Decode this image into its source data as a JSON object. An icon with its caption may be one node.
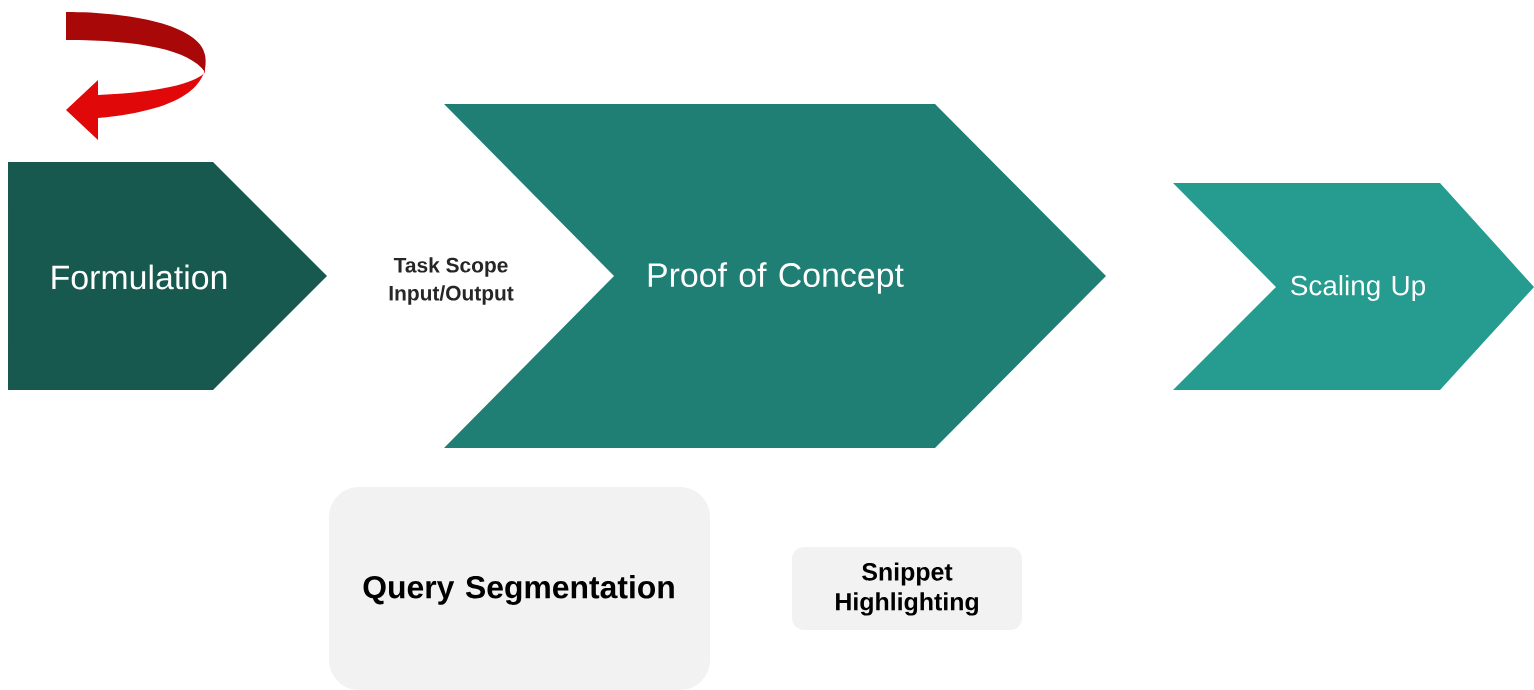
{
  "diagram": {
    "nodes": [
      {
        "text": [
          "Formulation"
        ]
      },
      {
        "text": [
          "Proof of Concept"
        ]
      },
      {
        "text": [
          "Scaling Up"
        ]
      },
      {
        "text": [
          "Query Segmentation"
        ]
      },
      {
        "text": [
          "Snippet Highlighting"
        ]
      }
    ],
    "labels": [
      "Task Scope",
      "Input/Output"
    ]
  }
}
